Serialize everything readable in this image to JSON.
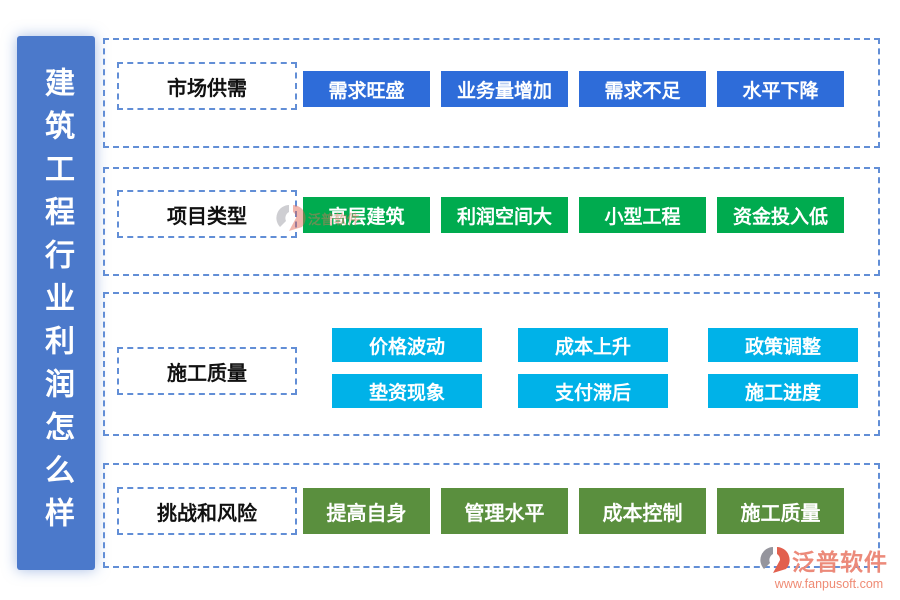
{
  "banner": {
    "vertical_title": "建筑工程行业利润怎么样",
    "background_color": "#4b79cb"
  },
  "sections": [
    {
      "label": "市场供需",
      "color": "#2e6cd9",
      "items": [
        "需求旺盛",
        "业务量增加",
        "需求不足",
        "水平下降"
      ]
    },
    {
      "label": "项目类型",
      "color": "#00ab4f",
      "items": [
        "高层建筑",
        "利润空间大",
        "小型工程",
        "资金投入低"
      ]
    },
    {
      "label": "施工质量",
      "color": "#00b2e8",
      "rows": [
        [
          "价格波动",
          "成本上升",
          "政策调整"
        ],
        [
          "垫资现象",
          "支付滞后",
          "施工进度"
        ]
      ]
    },
    {
      "label": "挑战和风险",
      "color": "#5a8f3e",
      "items": [
        "提高自身",
        "管理水平",
        "成本控制",
        "施工质量"
      ]
    }
  ],
  "watermark": {
    "text": "泛普软件"
  },
  "branding": {
    "logo_text": "泛普软件",
    "website": "www.fanpusoft.com",
    "logo_text_color": "#ec8a7a",
    "dashed_border_color": "#628ed6"
  }
}
